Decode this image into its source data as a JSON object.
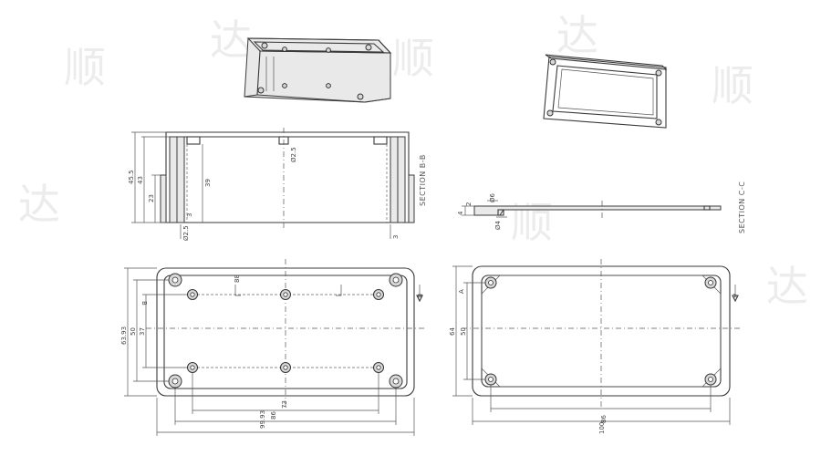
{
  "watermark": [
    "顺",
    "达",
    "顺",
    "达",
    "顺",
    "达",
    "顺",
    "达"
  ],
  "sections": {
    "b": "SECTION B-B",
    "c": "SECTION C-C"
  },
  "section_markers": {
    "a": "A",
    "b": "B"
  },
  "side_section": {
    "dims": {
      "overall_height": "45.5",
      "inner_height": "43",
      "depth": "39",
      "post_height": "23",
      "boss_wall": "3",
      "boss_dia": "Ø2.5",
      "screw_dia": "Ø2.5",
      "right_wall": "3"
    }
  },
  "lid_section": {
    "dims": {
      "thickness": "4",
      "step": "2",
      "lip": "Ø6",
      "hole": "Ø4"
    }
  },
  "base_plan": {
    "dims": {
      "height_outer": "63.93",
      "height_mid": "50",
      "height_inner": "37",
      "width_outer": "99.93",
      "width_mid": "86",
      "width_inner": "73",
      "post_pitch": "88"
    }
  },
  "lid_plan": {
    "dims": {
      "height_outer": "64",
      "height_inner": "50",
      "width_outer": "100",
      "width_inner": "86"
    }
  }
}
